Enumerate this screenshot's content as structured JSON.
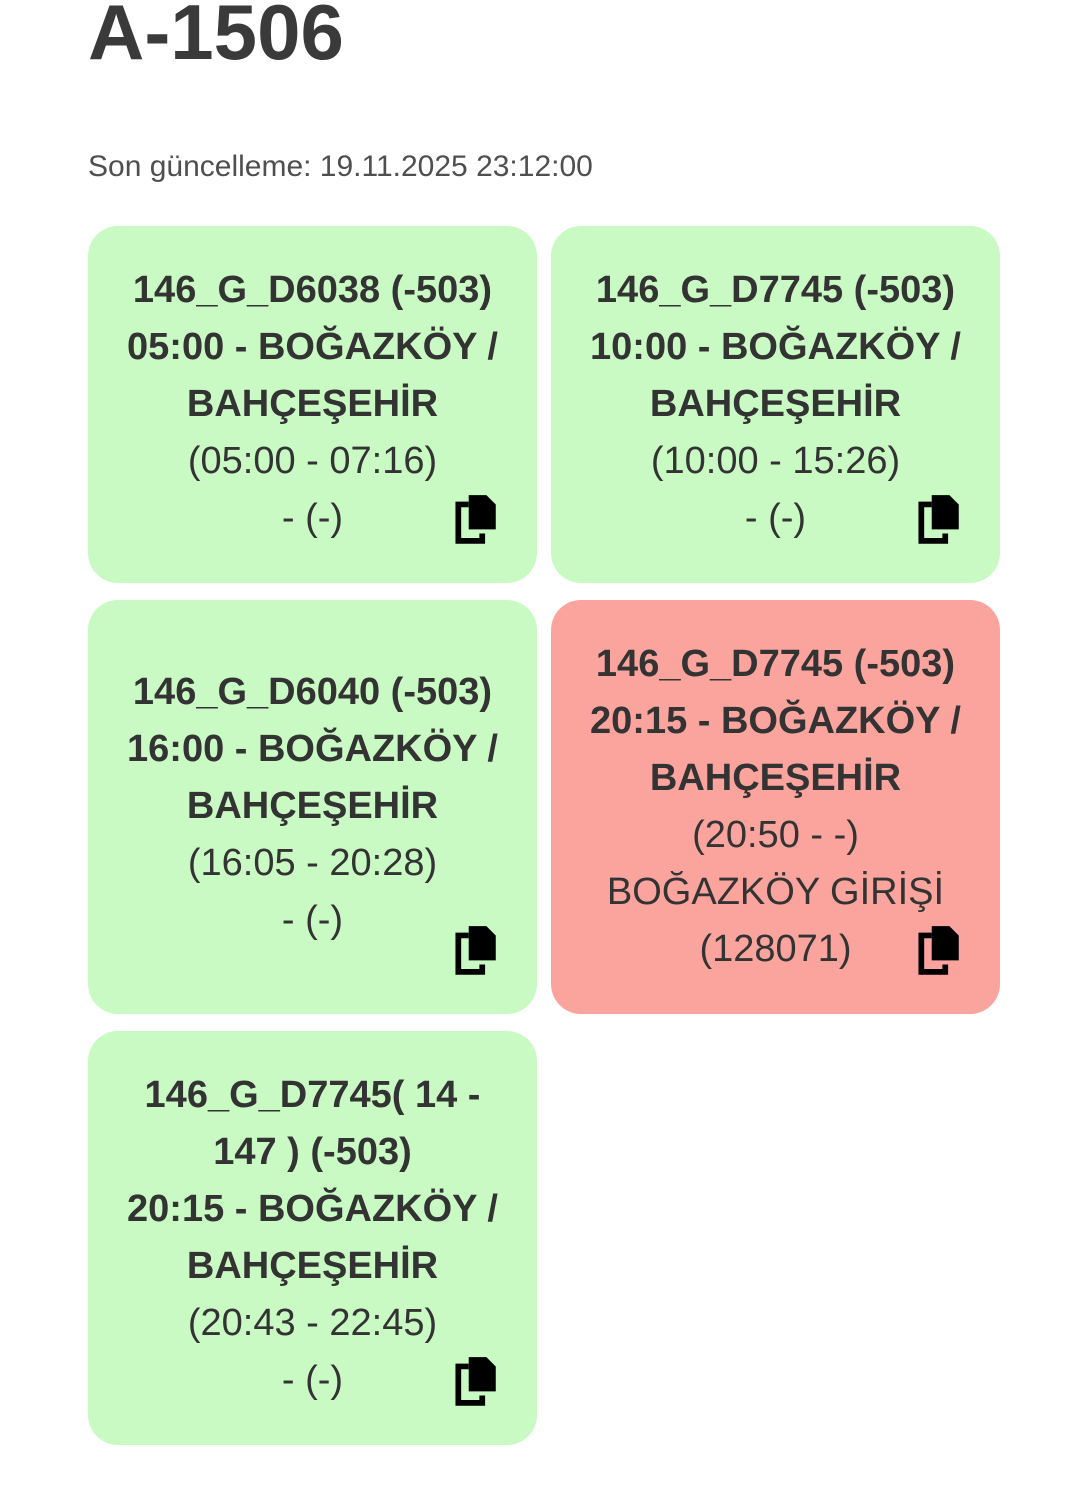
{
  "page": {
    "title": "A-1506",
    "last_update": "Son güncelleme: 19.11.2025 23:12:00"
  },
  "colors": {
    "card_ok_background": "#c9fac3",
    "card_alert_background": "#fba49e",
    "card_text": "#333333",
    "title_text": "#3a3a3a",
    "subtitle_text": "#4f4f4f",
    "icon": "#000000"
  },
  "icons": {
    "copy": "copy-icon"
  },
  "cards": [
    {
      "status": "ok",
      "bold_lines": [
        "146_G_D6038 (-503)",
        "05:00 - BOĞAZKÖY /",
        "BAHÇEŞEHİR"
      ],
      "normal_lines": [
        "(05:00 - 07:16)",
        "- (-)"
      ]
    },
    {
      "status": "ok",
      "bold_lines": [
        "146_G_D7745 (-503)",
        "10:00 - BOĞAZKÖY /",
        "BAHÇEŞEHİR"
      ],
      "normal_lines": [
        "(10:00 - 15:26)",
        "- (-)"
      ]
    },
    {
      "status": "ok",
      "bold_lines": [
        "146_G_D6040 (-503)",
        "16:00 - BOĞAZKÖY /",
        "BAHÇEŞEHİR"
      ],
      "normal_lines": [
        "(16:05 - 20:28)",
        "- (-)"
      ]
    },
    {
      "status": "alert",
      "bold_lines": [
        "146_G_D7745 (-503)",
        "20:15 - BOĞAZKÖY /",
        "BAHÇEŞEHİR"
      ],
      "normal_lines": [
        "(20:50 - -)",
        "BOĞAZKÖY GİRİŞİ",
        "(128071)"
      ]
    },
    {
      "status": "ok",
      "bold_lines": [
        "146_G_D7745( 14 -",
        "147 ) (-503)",
        "20:15 - BOĞAZKÖY /",
        "BAHÇEŞEHİR"
      ],
      "normal_lines": [
        "(20:43 - 22:45)",
        "- (-)"
      ]
    }
  ]
}
